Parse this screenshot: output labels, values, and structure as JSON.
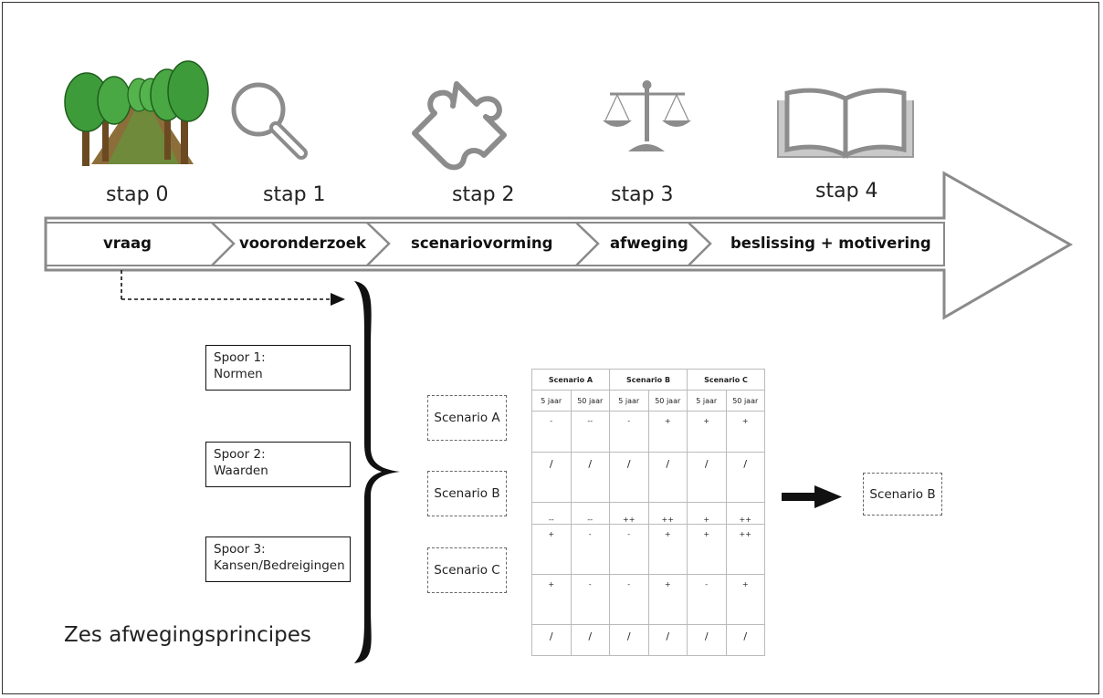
{
  "steps": [
    {
      "label": "stap 0",
      "phase": "vraag",
      "icon": "tree-avenue-icon"
    },
    {
      "label": "stap 1",
      "phase": "vooronderzoek",
      "icon": "magnifier-icon"
    },
    {
      "label": "stap 2",
      "phase": "scenariovorming",
      "icon": "puzzle-piece-icon"
    },
    {
      "label": "stap 3",
      "phase": "afweging",
      "icon": "balance-scale-icon"
    },
    {
      "label": "stap 4",
      "phase": "beslissing + motivering",
      "icon": "open-book-icon"
    }
  ],
  "tracks": [
    {
      "line1": "Spoor 1:",
      "line2": "Normen"
    },
    {
      "line1": "Spoor 2:",
      "line2": "Waarden"
    },
    {
      "line1": "Spoor 3:",
      "line2": "Kansen/Bedreigingen"
    }
  ],
  "principles_label": "Zes afwegingsprincipes",
  "scenarios": [
    "Scenario A",
    "Scenario B",
    "Scenario C"
  ],
  "result": "Scenario B",
  "table": {
    "headers": [
      "Scenario A",
      "Scenario B",
      "Scenario C"
    ],
    "subheaders": [
      "5 jaar",
      "50 jaar",
      "5 jaar",
      "50 jaar",
      "5 jaar",
      "50 jaar"
    ],
    "rows": [
      [
        "-",
        "--",
        "-",
        "+",
        "+",
        "+"
      ],
      [
        "/",
        "/",
        "/",
        "/",
        "/",
        "/"
      ],
      [
        "--",
        "--",
        "++",
        "++",
        "+",
        "++"
      ],
      [
        "+",
        "-",
        "-",
        "+",
        "+",
        "++"
      ],
      [
        "+",
        "-",
        "-",
        "+",
        "-",
        "+"
      ],
      [
        "/",
        "/",
        "/",
        "/",
        "/",
        "/"
      ]
    ]
  }
}
